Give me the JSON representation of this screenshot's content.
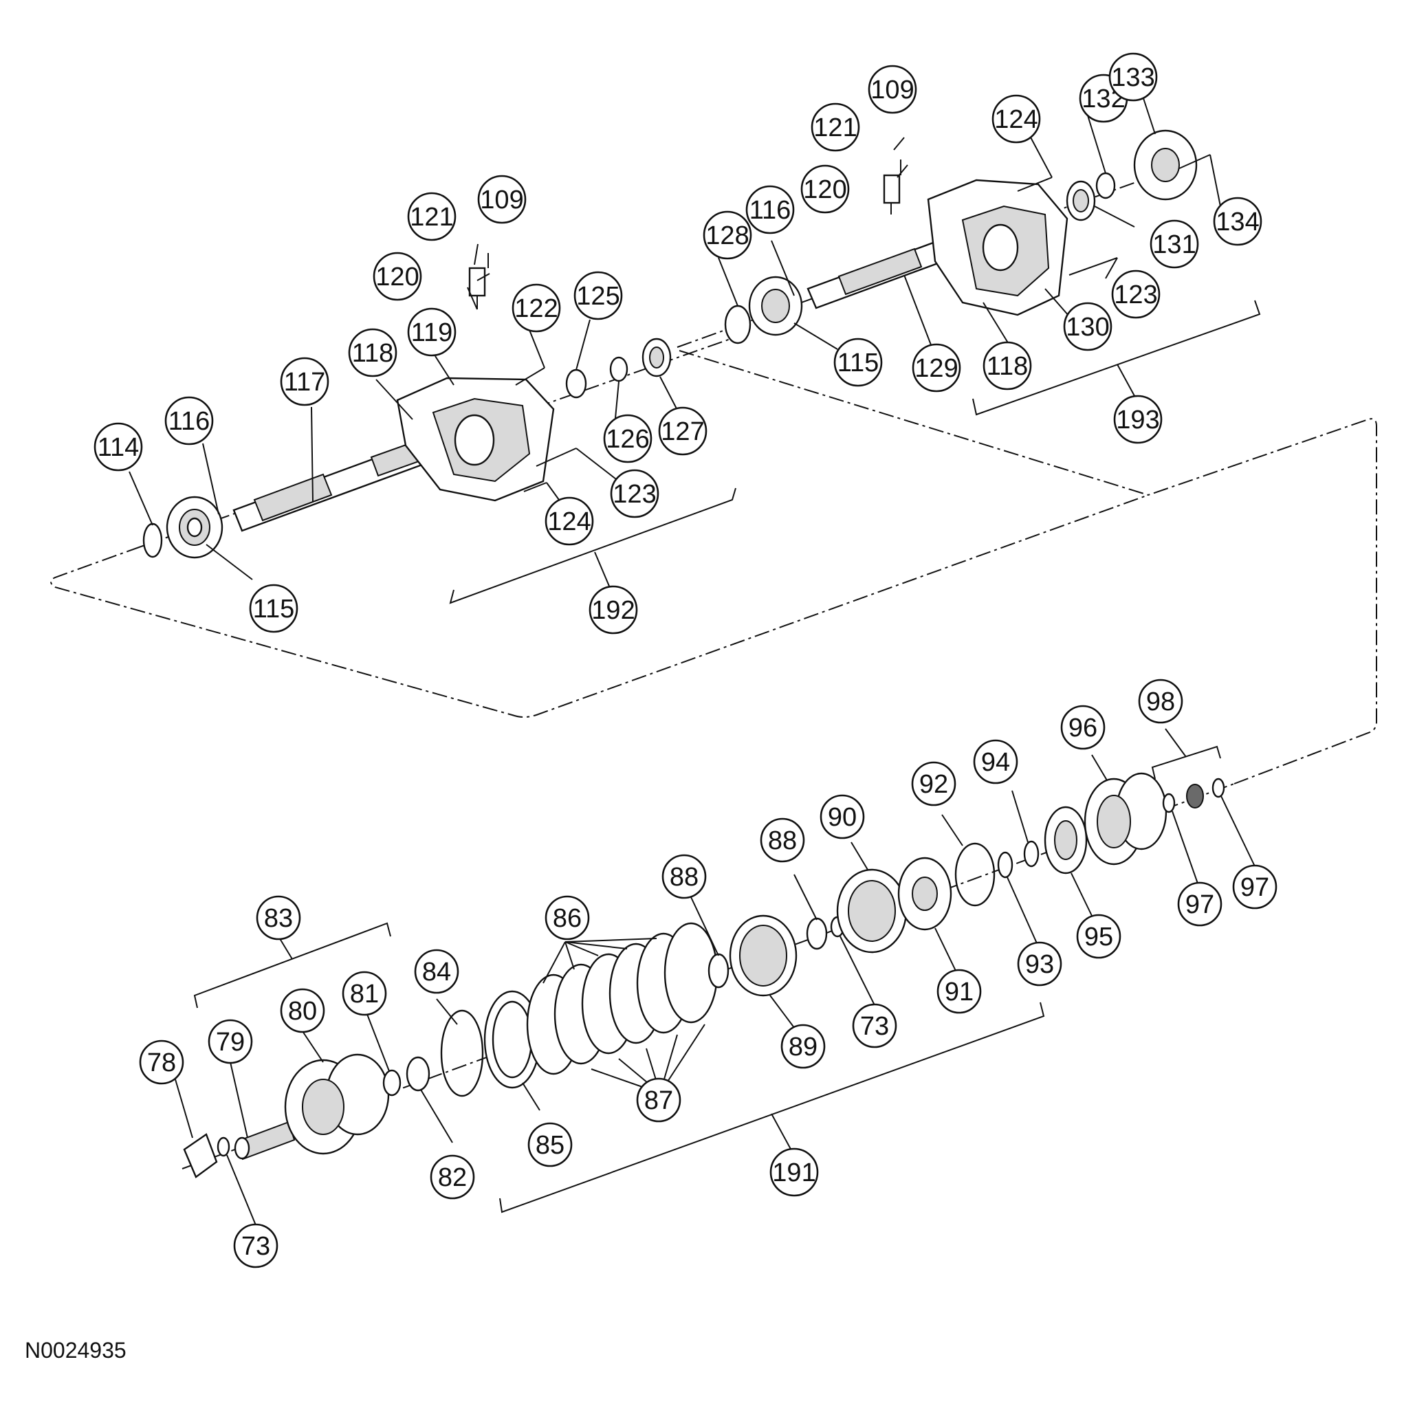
{
  "figure_id": "N0024935",
  "callouts": [
    {
      "id": "c73a",
      "label": "73"
    },
    {
      "id": "c73b",
      "label": "73"
    },
    {
      "id": "c78",
      "label": "78"
    },
    {
      "id": "c79",
      "label": "79"
    },
    {
      "id": "c80",
      "label": "80"
    },
    {
      "id": "c81",
      "label": "81"
    },
    {
      "id": "c82",
      "label": "82"
    },
    {
      "id": "c83",
      "label": "83"
    },
    {
      "id": "c84",
      "label": "84"
    },
    {
      "id": "c85",
      "label": "85"
    },
    {
      "id": "c86",
      "label": "86"
    },
    {
      "id": "c87",
      "label": "87"
    },
    {
      "id": "c88a",
      "label": "88"
    },
    {
      "id": "c88b",
      "label": "88"
    },
    {
      "id": "c89",
      "label": "89"
    },
    {
      "id": "c90",
      "label": "90"
    },
    {
      "id": "c91",
      "label": "91"
    },
    {
      "id": "c92",
      "label": "92"
    },
    {
      "id": "c93",
      "label": "93"
    },
    {
      "id": "c94",
      "label": "94"
    },
    {
      "id": "c95",
      "label": "95"
    },
    {
      "id": "c96",
      "label": "96"
    },
    {
      "id": "c97a",
      "label": "97"
    },
    {
      "id": "c97b",
      "label": "97"
    },
    {
      "id": "c98",
      "label": "98"
    },
    {
      "id": "c109a",
      "label": "109"
    },
    {
      "id": "c109b",
      "label": "109"
    },
    {
      "id": "c114",
      "label": "114"
    },
    {
      "id": "c115a",
      "label": "115"
    },
    {
      "id": "c115b",
      "label": "115"
    },
    {
      "id": "c116a",
      "label": "116"
    },
    {
      "id": "c116b",
      "label": "116"
    },
    {
      "id": "c117",
      "label": "117"
    },
    {
      "id": "c118a",
      "label": "118"
    },
    {
      "id": "c118b",
      "label": "118"
    },
    {
      "id": "c119",
      "label": "119"
    },
    {
      "id": "c120a",
      "label": "120"
    },
    {
      "id": "c120b",
      "label": "120"
    },
    {
      "id": "c121a",
      "label": "121"
    },
    {
      "id": "c121b",
      "label": "121"
    },
    {
      "id": "c122",
      "label": "122"
    },
    {
      "id": "c123a",
      "label": "123"
    },
    {
      "id": "c123b",
      "label": "123"
    },
    {
      "id": "c124a",
      "label": "124"
    },
    {
      "id": "c124b",
      "label": "124"
    },
    {
      "id": "c125",
      "label": "125"
    },
    {
      "id": "c126",
      "label": "126"
    },
    {
      "id": "c127",
      "label": "127"
    },
    {
      "id": "c128",
      "label": "128"
    },
    {
      "id": "c129",
      "label": "129"
    },
    {
      "id": "c130",
      "label": "130"
    },
    {
      "id": "c131",
      "label": "131"
    },
    {
      "id": "c132",
      "label": "132"
    },
    {
      "id": "c133",
      "label": "133"
    },
    {
      "id": "c134",
      "label": "134"
    },
    {
      "id": "c191",
      "label": "191"
    },
    {
      "id": "c192",
      "label": "192"
    },
    {
      "id": "c193",
      "label": "193"
    }
  ]
}
